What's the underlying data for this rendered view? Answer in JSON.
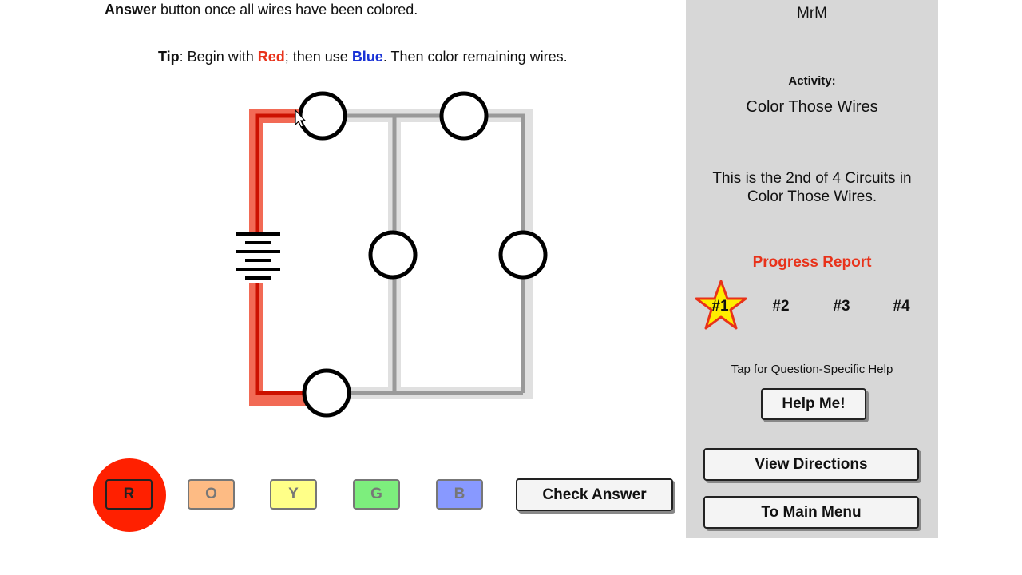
{
  "instructions": {
    "answer_bold": "Answer",
    "answer_rest": " button once all wires have been colored."
  },
  "tip": {
    "label": "Tip",
    "t1": ":  Begin with ",
    "red": "Red",
    "t2": "; then use ",
    "blue": "Blue",
    "t3": ". Then color remaining wires."
  },
  "color_buttons": {
    "r": "R",
    "o": "O",
    "y": "Y",
    "g": "G",
    "b": "B",
    "selected": "R"
  },
  "check_answer_label": "Check Answer",
  "sidebar": {
    "user": "MrM",
    "activity_label": "Activity:",
    "activity_name": "Color Those Wires",
    "circuit_info": "This is the 2nd of 4 Circuits in Color Those Wires.",
    "progress_title": "Progress Report",
    "progress": [
      "#1",
      "#2",
      "#3",
      "#4"
    ],
    "help_tip": "Tap for Question-Specific Help",
    "help_label": "Help Me!",
    "directions_label": "View Directions",
    "main_menu_label": "To Main Menu"
  },
  "colors": {
    "red": "#e8321a",
    "blue": "#1a33d6",
    "sidebar_bg": "#d7d7d7",
    "wire_gray": "#999999",
    "wire_glow": "#e0e0e0",
    "wire_red": "#cc1100",
    "wire_red_glow": "#f26a55"
  }
}
